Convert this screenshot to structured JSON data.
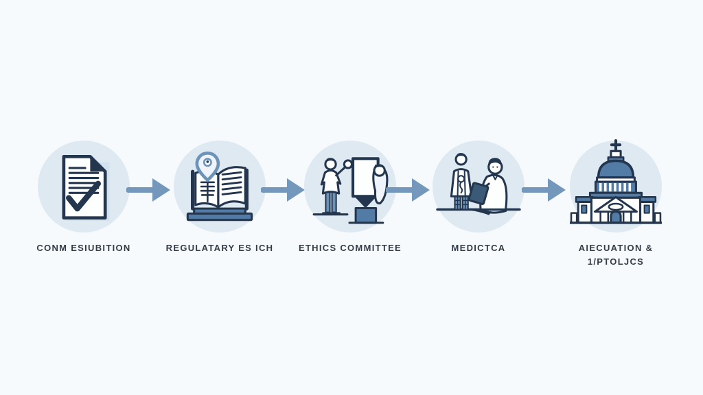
{
  "canvas": {
    "background": "#f7fafc"
  },
  "palette": {
    "circle_fill": "#dee9f2",
    "arrow": "#7398bc",
    "outline": "#24364e",
    "steel": "#527ca6",
    "steel_light": "#6c94ba",
    "paper": "#fdfefe",
    "pale": "#eef4f9",
    "shadow": "#c9dced",
    "label": "#333c49"
  },
  "diagram": {
    "type": "horizontal-process-flow",
    "connector_glyph": "right-arrow"
  },
  "steps": [
    {
      "icon": "approved-document-icon",
      "label_lines": [
        "CONM ESIUBITION"
      ]
    },
    {
      "icon": "regulatory-book-pin-icon",
      "label_lines": [
        "REGULATARY ES ICH"
      ]
    },
    {
      "icon": "ethics-committee-review-icon",
      "label_lines": [
        "ETHICS COMMITTEE"
      ]
    },
    {
      "icon": "medical-examination-icon",
      "label_lines": [
        "MEDICTCA"
      ]
    },
    {
      "icon": "government-building-icon",
      "label_lines": [
        "AIECUATION &",
        "1/PTOLJCS"
      ]
    }
  ]
}
